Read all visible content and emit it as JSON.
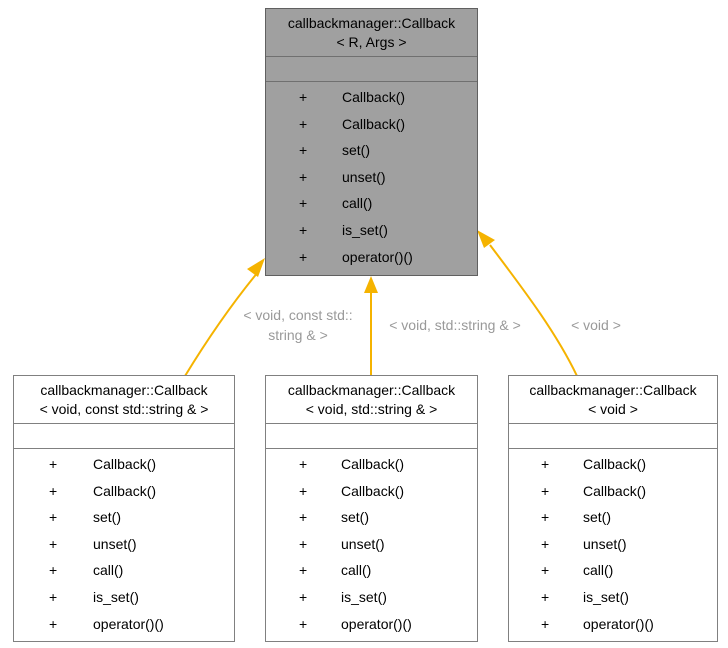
{
  "parent": {
    "title_line1": "callbackmanager::Callback",
    "title_line2": "< R, Args >",
    "methods": [
      {
        "vis": "+",
        "name": "Callback()"
      },
      {
        "vis": "+",
        "name": "Callback()"
      },
      {
        "vis": "+",
        "name": "set()"
      },
      {
        "vis": "+",
        "name": "unset()"
      },
      {
        "vis": "+",
        "name": "call()"
      },
      {
        "vis": "+",
        "name": "is_set()"
      },
      {
        "vis": "+",
        "name": "operator()()"
      }
    ]
  },
  "children": [
    {
      "title_line1": "callbackmanager::Callback",
      "title_line2": "< void, const std::string & >",
      "methods": [
        {
          "vis": "+",
          "name": "Callback()"
        },
        {
          "vis": "+",
          "name": "Callback()"
        },
        {
          "vis": "+",
          "name": "set()"
        },
        {
          "vis": "+",
          "name": "unset()"
        },
        {
          "vis": "+",
          "name": "call()"
        },
        {
          "vis": "+",
          "name": "is_set()"
        },
        {
          "vis": "+",
          "name": "operator()()"
        }
      ]
    },
    {
      "title_line1": "callbackmanager::Callback",
      "title_line2": "< void, std::string & >",
      "methods": [
        {
          "vis": "+",
          "name": "Callback()"
        },
        {
          "vis": "+",
          "name": "Callback()"
        },
        {
          "vis": "+",
          "name": "set()"
        },
        {
          "vis": "+",
          "name": "unset()"
        },
        {
          "vis": "+",
          "name": "call()"
        },
        {
          "vis": "+",
          "name": "is_set()"
        },
        {
          "vis": "+",
          "name": "operator()()"
        }
      ]
    },
    {
      "title_line1": "callbackmanager::Callback",
      "title_line2": "< void >",
      "methods": [
        {
          "vis": "+",
          "name": "Callback()"
        },
        {
          "vis": "+",
          "name": "Callback()"
        },
        {
          "vis": "+",
          "name": "set()"
        },
        {
          "vis": "+",
          "name": "unset()"
        },
        {
          "vis": "+",
          "name": "call()"
        },
        {
          "vis": "+",
          "name": "is_set()"
        },
        {
          "vis": "+",
          "name": "operator()()"
        }
      ]
    }
  ],
  "edges": [
    {
      "label_line1": "< void, const std::",
      "label_line2": "string & >"
    },
    {
      "label_line1": "< void, std::string & >"
    },
    {
      "label_line1": "< void >"
    }
  ],
  "colors": {
    "parent_fill": "#a0a0a0",
    "edge_color": "#f5b300",
    "edge_label": "#999999"
  }
}
